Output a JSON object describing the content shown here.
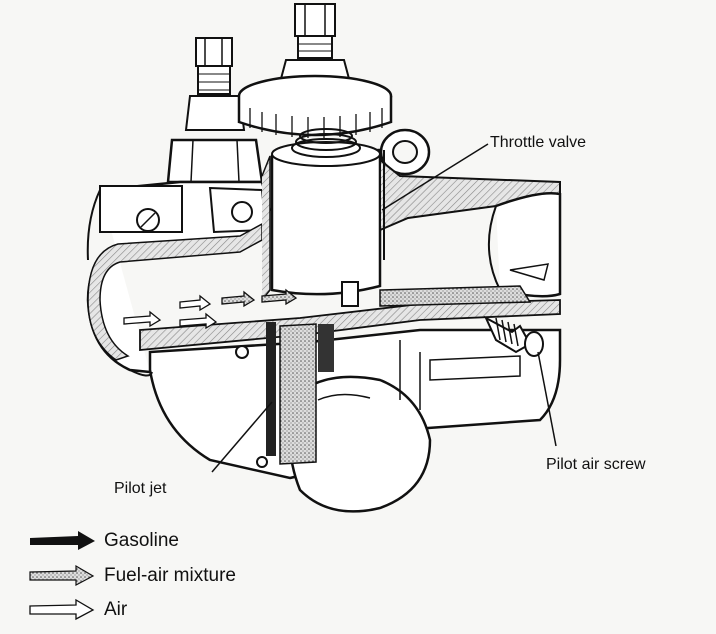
{
  "diagram": {
    "labels": {
      "throttle_valve": "Throttle valve",
      "pilot_jet": "Pilot jet",
      "pilot_air_screw": "Pilot air screw"
    },
    "legend": [
      {
        "text": "Gasoline",
        "style": "solid"
      },
      {
        "text": "Fuel-air mixture",
        "style": "dotted"
      },
      {
        "text": "Air",
        "style": "outline"
      }
    ]
  }
}
